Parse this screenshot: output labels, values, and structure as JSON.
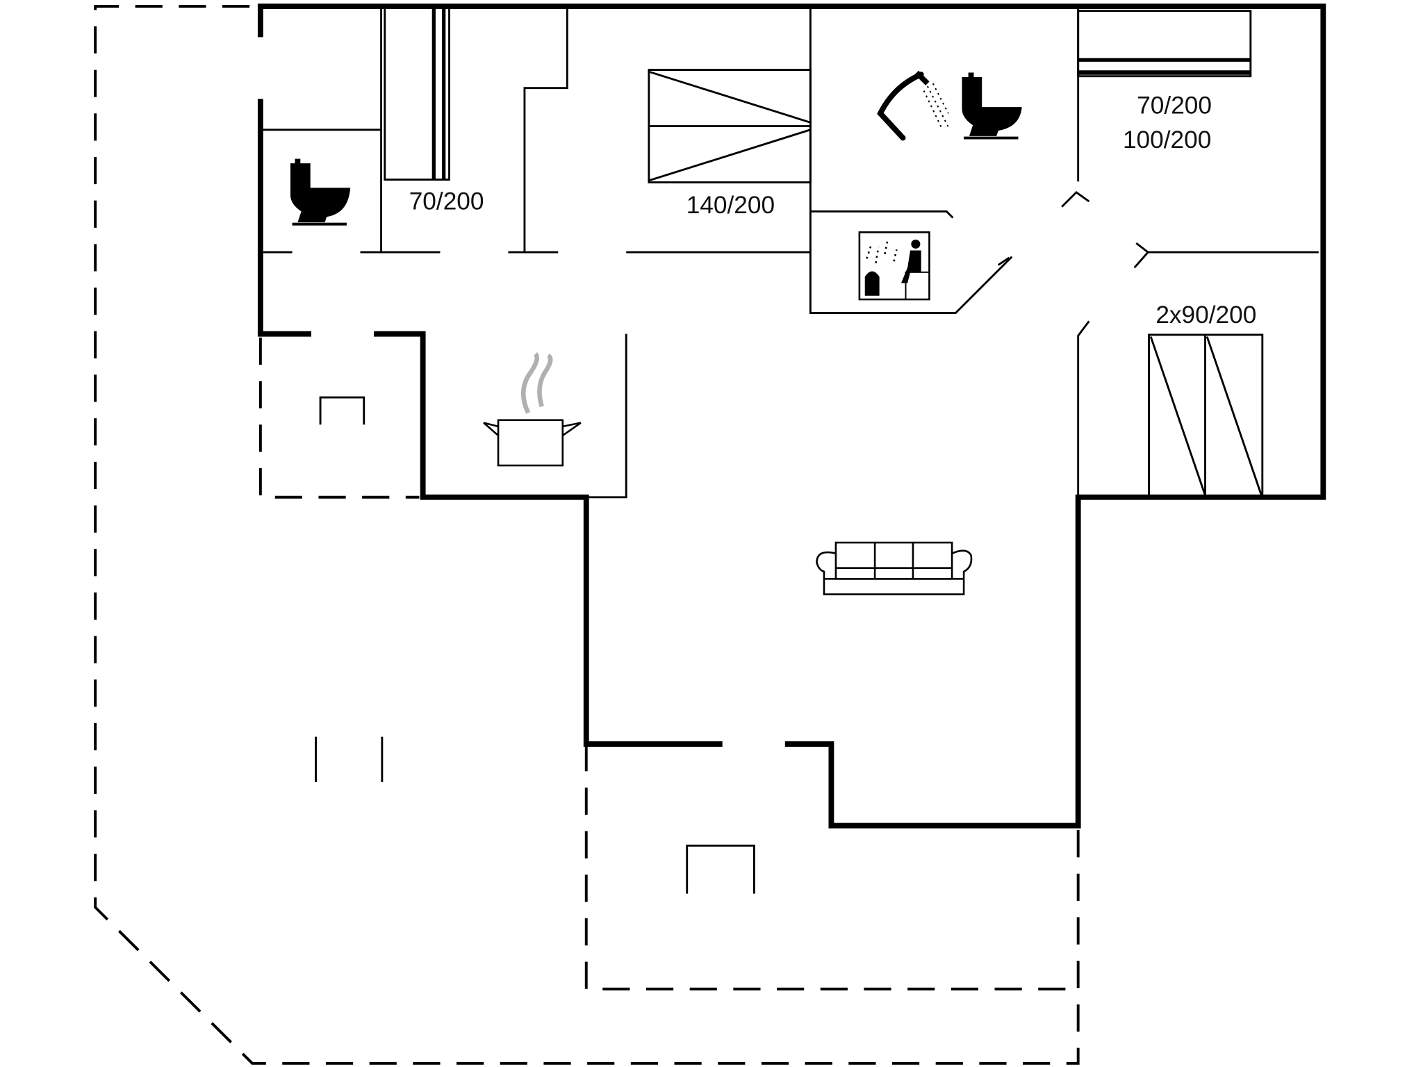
{
  "floorplan": {
    "bed_labels": {
      "bedroom_1": "70/200",
      "bedroom_2": "140/200",
      "bedroom_3_a": "70/200",
      "bedroom_3_b": "100/200",
      "bedroom_4": "2x90/200"
    },
    "icons": [
      "toilet-icon",
      "shower-icon",
      "toilet-icon",
      "sauna-icon",
      "cooking-pot-icon",
      "sofa-icon"
    ],
    "colors": {
      "walls": "#000000",
      "steam": "#b0b0b0",
      "background": "#ffffff"
    }
  }
}
